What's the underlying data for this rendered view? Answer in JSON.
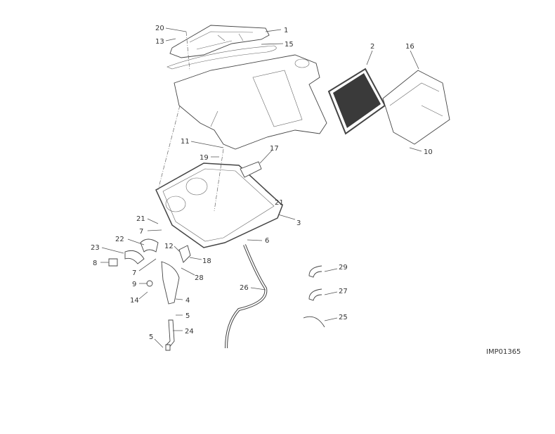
{
  "diagram": {
    "drawing_code": "IMP01365",
    "callouts": [
      "20",
      "13",
      "1",
      "15",
      "2",
      "16",
      "10",
      "11",
      "19",
      "17",
      "21",
      "3",
      "21",
      "7",
      "22",
      "12",
      "6",
      "23",
      "8",
      "18",
      "7",
      "28",
      "9",
      "26",
      "14",
      "4",
      "5",
      "24",
      "5",
      "29",
      "27",
      "25"
    ]
  }
}
